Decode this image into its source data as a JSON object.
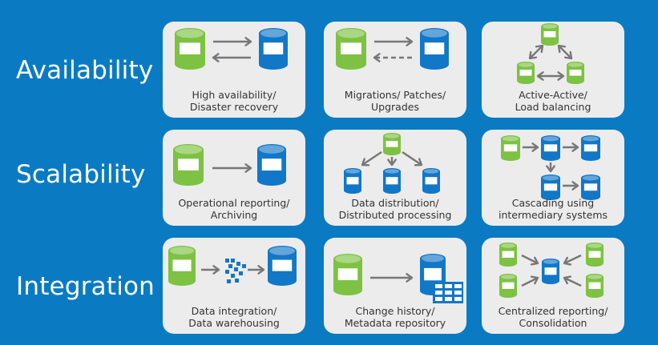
{
  "rows": [
    {
      "label": "Availability"
    },
    {
      "label": "Scalability"
    },
    {
      "label": "Integration"
    }
  ],
  "colors": {
    "background": "#0a7bc2",
    "card": "#ececec",
    "source_db": "#7dc242",
    "target_db": "#1277c7",
    "arrow": "#777777"
  },
  "cards": [
    {
      "id": "ha",
      "lines": [
        "High availability/",
        "Disaster recovery"
      ]
    },
    {
      "id": "mig",
      "lines": [
        "Migrations/ Patches/",
        "Upgrades"
      ]
    },
    {
      "id": "aa",
      "lines": [
        "Active-Active/",
        "Load balancing"
      ]
    },
    {
      "id": "ops",
      "lines": [
        "Operational reporting/",
        "Archiving"
      ]
    },
    {
      "id": "dist",
      "lines": [
        "Data distribution/",
        "Distributed processing"
      ]
    },
    {
      "id": "casc",
      "lines": [
        "Cascading using",
        "intermediary systems"
      ]
    },
    {
      "id": "integ",
      "lines": [
        "Data integration/",
        "Data warehousing"
      ]
    },
    {
      "id": "hist",
      "lines": [
        "Change history/",
        "Metadata repository"
      ]
    },
    {
      "id": "cent",
      "lines": [
        "Centralized reporting/",
        "Consolidation"
      ]
    }
  ]
}
